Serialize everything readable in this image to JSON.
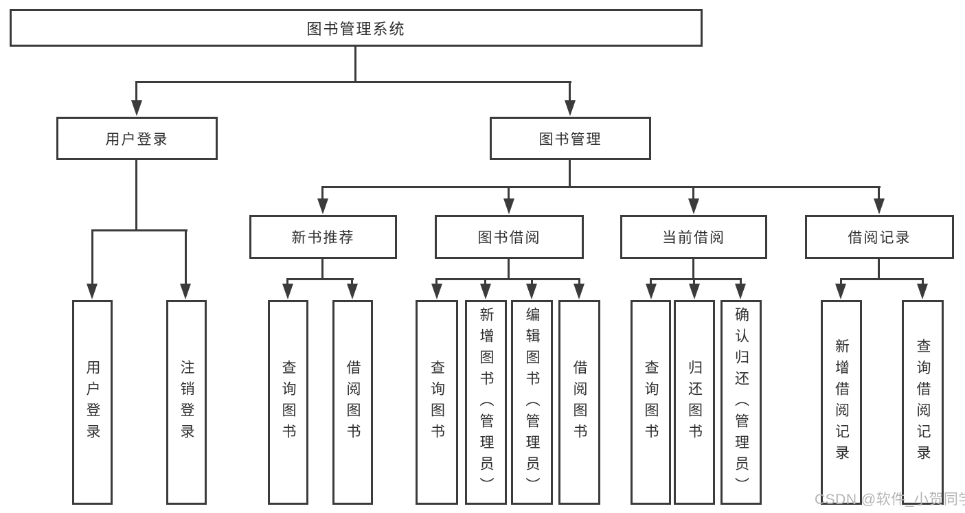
{
  "diagram": {
    "title": "图书管理系统",
    "root": {
      "label": "图书管理系统"
    },
    "level2": [
      {
        "label": "用户登录"
      },
      {
        "label": "图书管理"
      }
    ],
    "level3": [
      {
        "label": "新书推荐",
        "parent": "图书管理"
      },
      {
        "label": "图书借阅",
        "parent": "图书管理"
      },
      {
        "label": "当前借阅",
        "parent": "图书管理"
      },
      {
        "label": "借阅记录",
        "parent": "图书管理"
      }
    ],
    "leaves": [
      {
        "label": "用户登录",
        "parent": "用户登录"
      },
      {
        "label": "注销登录",
        "parent": "用户登录"
      },
      {
        "label": "查询图书",
        "parent": "新书推荐"
      },
      {
        "label": "借阅图书",
        "parent": "新书推荐"
      },
      {
        "label": "查询图书",
        "parent": "图书借阅"
      },
      {
        "label": "新增图书（管理员）",
        "parent": "图书借阅"
      },
      {
        "label": "编辑图书（管理员）",
        "parent": "图书借阅"
      },
      {
        "label": "借阅图书",
        "parent": "图书借阅"
      },
      {
        "label": "查询图书",
        "parent": "当前借阅"
      },
      {
        "label": "归还图书",
        "parent": "当前借阅"
      },
      {
        "label": "确认归还（管理员）",
        "parent": "当前借阅"
      },
      {
        "label": "新增借阅记录",
        "parent": "借阅记录"
      },
      {
        "label": "查询借阅记录",
        "parent": "借阅记录"
      }
    ]
  },
  "watermark": {
    "text": "CSDN @软件_小贺同学"
  },
  "colors": {
    "line": "#3b3b3b",
    "text": "#2e2e2e",
    "watermark": "#b4b4b4",
    "background": "#ffffff"
  }
}
